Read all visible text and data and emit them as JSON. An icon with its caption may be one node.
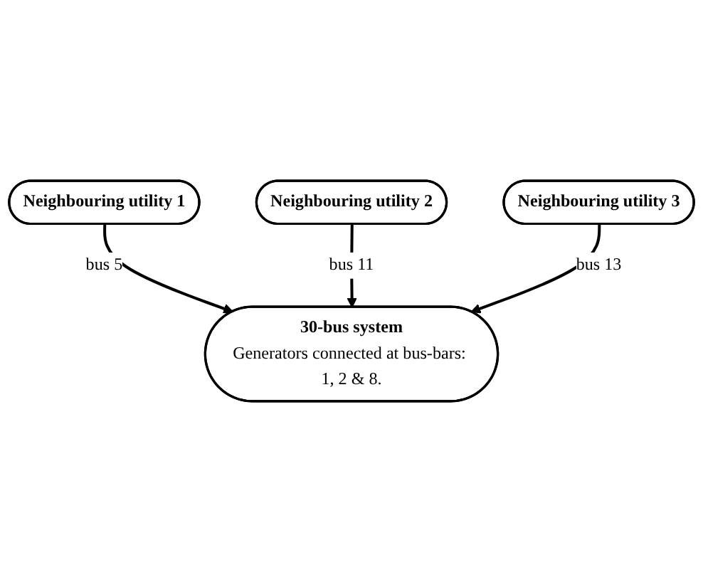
{
  "diagram": {
    "nodes": [
      {
        "text": [
          "Neighbouring utility 1"
        ]
      },
      {
        "text": [
          "Neighbouring utility 2"
        ]
      },
      {
        "text": [
          "30-bus system",
          "Generators connected at bus-bars: 1, 2 & 8."
        ]
      },
      {
        "text": [
          "Neighbouring utility 3"
        ]
      }
    ],
    "edges": [
      {
        "from": 0,
        "to": 2,
        "arrow": "to",
        "label": "bus 5"
      },
      {
        "from": 1,
        "to": 2,
        "arrow": "to",
        "label": "bus 11"
      },
      {
        "from": 3,
        "to": 2,
        "arrow": "to",
        "label": "bus 13"
      }
    ]
  }
}
